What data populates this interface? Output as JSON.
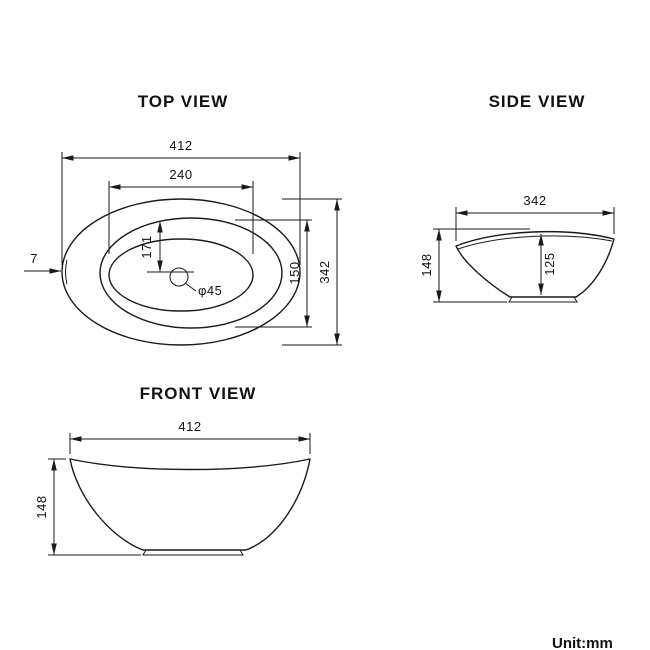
{
  "titles": {
    "top_view": "TOP VIEW",
    "side_view": "SIDE VIEW",
    "front_view": "FRONT VIEW"
  },
  "unit_label": "Unit:mm",
  "top_view": {
    "overall_width": "412",
    "basin_width": "240",
    "basin_half_length": "171",
    "inner_depth": "150",
    "overall_depth": "342",
    "rim_thickness": "7",
    "drain_diameter": "φ45"
  },
  "side_view": {
    "width": "342",
    "height": "148",
    "inner_depth": "125"
  },
  "front_view": {
    "width": "412",
    "height": "148"
  },
  "colors": {
    "ink": "#1a1a1a",
    "background": "#ffffff"
  }
}
